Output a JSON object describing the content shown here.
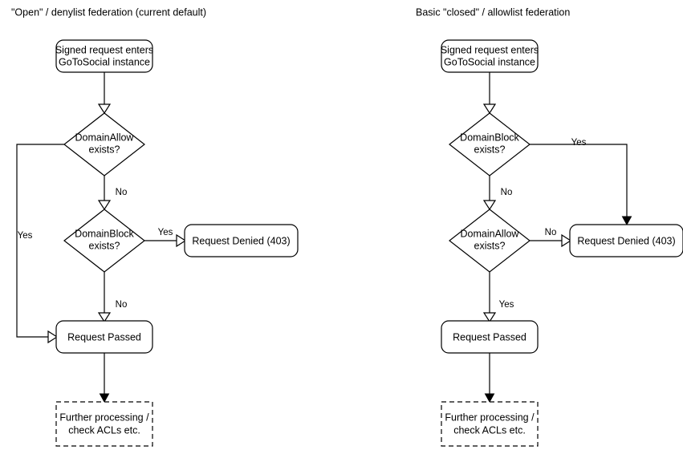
{
  "diagram": {
    "title_left": "\"Open\" / denylist federation (current default)",
    "title_right": "Basic \"closed\" / allowlist federation",
    "colors": {
      "stroke": "#000000",
      "fill": "#ffffff",
      "text": "#000000",
      "background": "#ffffff"
    },
    "columns": [
      {
        "id": "open-denylist",
        "title": "\"Open\" / denylist federation (current default)",
        "nodes": {
          "start_line1": "Signed request enters",
          "start_line2": "GoToSocial instance",
          "decision1_line1": "DomainAllow",
          "decision1_line2": "exists?",
          "decision2_line1": "DomainBlock",
          "decision2_line2": "exists?",
          "denied": "Request Denied (403)",
          "passed": "Request Passed",
          "further_line1": "Further processing /",
          "further_line2": "check ACLs etc."
        },
        "edges": {
          "allow_yes": "Yes",
          "allow_no": "No",
          "block_yes": "Yes",
          "block_no": "No"
        }
      },
      {
        "id": "closed-allowlist",
        "title": "Basic \"closed\" / allowlist federation",
        "nodes": {
          "start_line1": "Signed request enters",
          "start_line2": "GoToSocial instance",
          "decision1_line1": "DomainBlock",
          "decision1_line2": "exists?",
          "decision2_line1": "DomainAllow",
          "decision2_line2": "exists?",
          "denied": "Request Denied (403)",
          "passed": "Request Passed",
          "further_line1": "Further processing /",
          "further_line2": "check ACLs etc."
        },
        "edges": {
          "block_yes": "Yes",
          "block_no": "No",
          "allow_no": "No",
          "allow_yes": "Yes"
        }
      }
    ]
  }
}
